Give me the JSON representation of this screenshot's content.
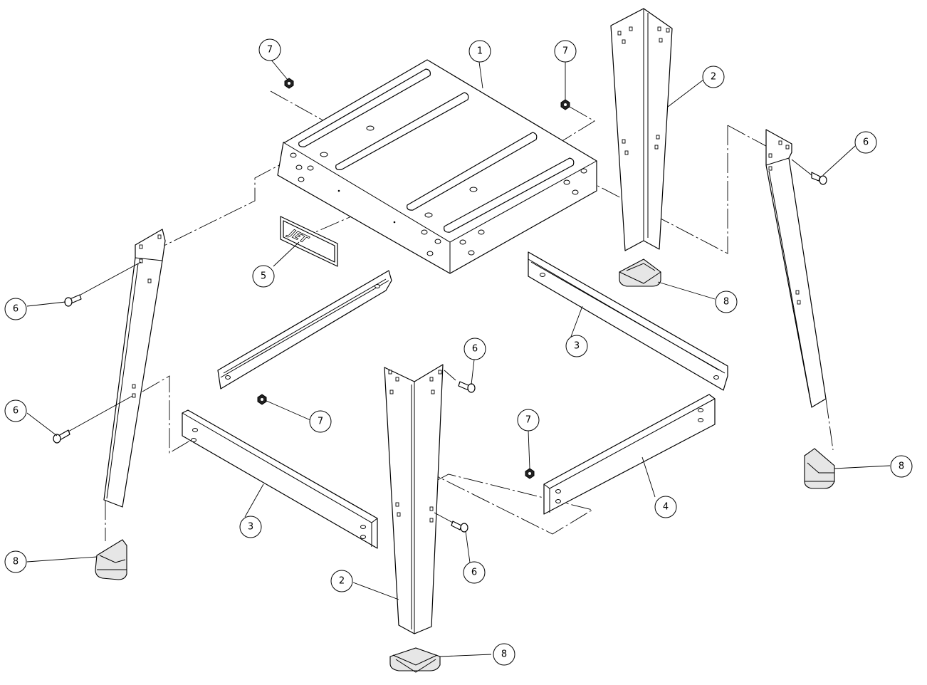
{
  "diagram": {
    "logo_text": "JET",
    "callouts": [
      {
        "id": "callout-1",
        "label": "1"
      },
      {
        "id": "callout-2-top",
        "label": "2"
      },
      {
        "id": "callout-2-bottom",
        "label": "2"
      },
      {
        "id": "callout-3-left",
        "label": "3"
      },
      {
        "id": "callout-3-right",
        "label": "3"
      },
      {
        "id": "callout-4",
        "label": "4"
      },
      {
        "id": "callout-5",
        "label": "5"
      },
      {
        "id": "callout-6-right",
        "label": "6"
      },
      {
        "id": "callout-6-left-top",
        "label": "6"
      },
      {
        "id": "callout-6-left-bottom",
        "label": "6"
      },
      {
        "id": "callout-6-center-top",
        "label": "6"
      },
      {
        "id": "callout-6-center-bottom",
        "label": "6"
      },
      {
        "id": "callout-7-topleft",
        "label": "7"
      },
      {
        "id": "callout-7-topright",
        "label": "7"
      },
      {
        "id": "callout-7-center",
        "label": "7"
      },
      {
        "id": "callout-7-right",
        "label": "7"
      },
      {
        "id": "callout-8-right-top",
        "label": "8"
      },
      {
        "id": "callout-8-right",
        "label": "8"
      },
      {
        "id": "callout-8-left",
        "label": "8"
      },
      {
        "id": "callout-8-bottom",
        "label": "8"
      }
    ]
  }
}
